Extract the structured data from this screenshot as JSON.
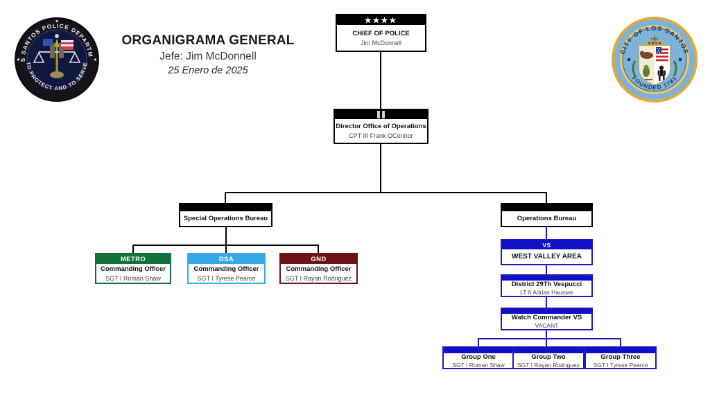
{
  "header": {
    "title": "ORGANIGRAMA GENERAL",
    "chief_line": "Jefe: Jim McDonnell",
    "date_line": "25 Enero de 2025",
    "left_badge": {
      "name": "lspd-badge",
      "outer_text_top": "LOS SANTOS POLICE DEPARTMENT",
      "outer_text_bottom": "TO PROTECT AND TO SERVE"
    },
    "right_badge": {
      "name": "city-of-los-santos-seal",
      "outer_text_top": "CITY OF LOS SANTOS",
      "outer_text_bottom": "FOUNDED 1781"
    }
  },
  "colors": {
    "black": "#000000",
    "metro_green": "#12713a",
    "dsa_blue": "#35a9e8",
    "gnd_maroon": "#6d1318",
    "ops_blue": "#1010c8",
    "ops_border": "#1b18c4"
  },
  "nodes": {
    "chief": {
      "rank_insignia": "four-stars",
      "stars": "★★★★",
      "title": "CHIEF OF POLICE",
      "name": "Jim McDonnell"
    },
    "director": {
      "rank_insignia": "two-bars",
      "title": "Director Office of Operations",
      "name": "CPT III Frank OConnor"
    },
    "special_operations_bureau": {
      "title": "Special Operations Bureau"
    },
    "operations_bureau": {
      "title": "Operations Bureau"
    },
    "metro": {
      "header": "METRO",
      "title": "Commanding Officer",
      "name": "SGT I Roman Shaw"
    },
    "dsa": {
      "header": "DSA",
      "title": "Commanding Officer",
      "name": "SGT I  Tyrese Pearce"
    },
    "gnd": {
      "header": "GND",
      "title": "Commanding Officer",
      "name": "SGT I  Rayan Rodriguez"
    },
    "west_valley": {
      "header": "VS",
      "title": "WEST VALLEY AREA"
    },
    "district": {
      "title": "District 29Th Vespucci",
      "name": "LT II Adrian Hausser"
    },
    "watch_commander": {
      "title": "Watch Commander VS",
      "name": "VACANT"
    },
    "group_one": {
      "title": "Group One",
      "name": "SGT I Roman Shaw"
    },
    "group_two": {
      "title": "Group Two",
      "name": "SGT I Rayan Rodriguez"
    },
    "group_three": {
      "title": "Group Three",
      "name": "SGT I Tyrese Pearce"
    }
  }
}
